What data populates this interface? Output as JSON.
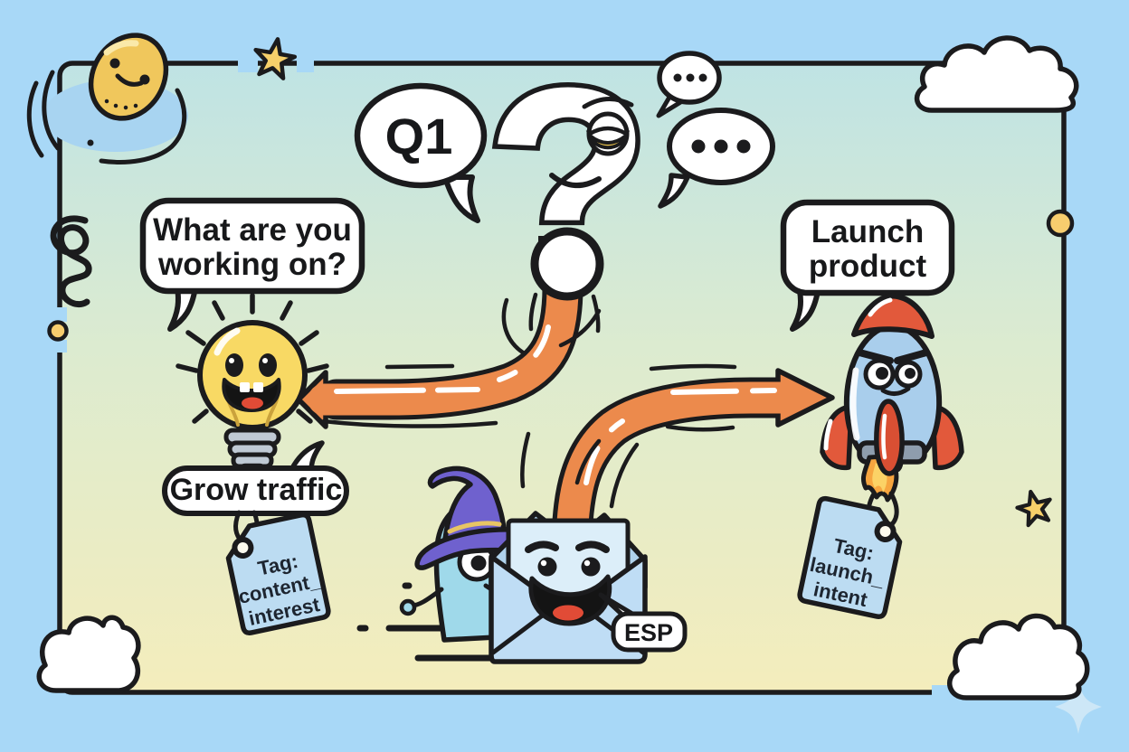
{
  "illustration": {
    "question_label": "Q1",
    "question_mark": "?",
    "speech_bubbles": {
      "what_are_you": {
        "line1": "What are you",
        "line2": "working on?"
      },
      "grow_traffic": "Grow traffic",
      "launch_product": {
        "line1": "Launch",
        "line2": "product"
      },
      "esp": "ESP"
    },
    "tags": {
      "content_interest": {
        "line1": "Tag:",
        "line2": "content_",
        "line3": "interest"
      },
      "launch_intent": {
        "line1": "Tag:",
        "line2": "launch_",
        "line3": "intent"
      }
    },
    "icons": [
      "question-mark-character",
      "lightbulb-character",
      "envelope-character",
      "wizard-blob-character",
      "rocket-character",
      "egg-character",
      "chat-dots-bubble",
      "cloud",
      "star",
      "sparkle",
      "squiggle",
      "price-tag",
      "arrow"
    ],
    "colors": {
      "outer_background": "#a8d8f7",
      "canvas_top": "#bfe3e4",
      "canvas_bottom": "#f4edbc",
      "arrow_orange": "#ec8a4c",
      "tag_blue": "#bcdcf2",
      "bulb_yellow": "#f8d964",
      "rocket_blue": "#a9ceec",
      "rocket_red": "#e2593b",
      "hat_purple": "#6f61ce",
      "star_yellow": "#f7d06a",
      "tongue_red": "#e14b36",
      "outline": "#1b1b1d"
    }
  }
}
